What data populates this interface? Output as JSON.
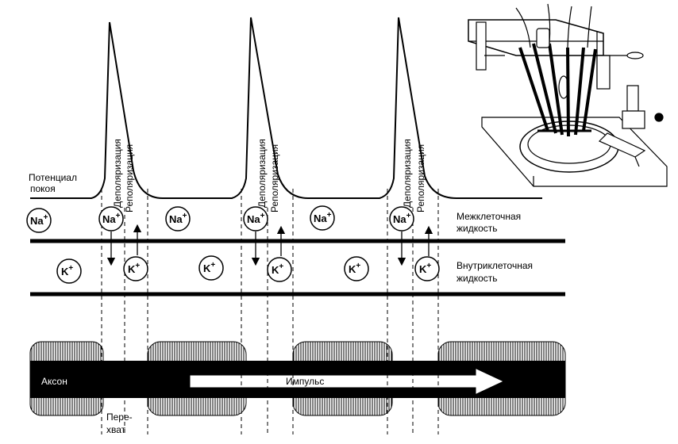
{
  "labels": {
    "resting_potential_line1": "Потенциал",
    "resting_potential_line2": "покоя",
    "depolarization": "Деполяризация",
    "repolarization": "Реполяризация",
    "extracellular_line1": "Межклеточная",
    "extracellular_line2": "жидкость",
    "intracellular_line1": "Внутриклеточная",
    "intracellular_line2": "жидкость",
    "axon": "Аксон",
    "impulse": "Импульс",
    "node_line1": "Пере-",
    "node_line2": "хват"
  },
  "ions": {
    "sodium": "Na",
    "potassium": "K",
    "charge": "+"
  },
  "colors": {
    "ink": "#000000",
    "paper": "#ffffff"
  }
}
